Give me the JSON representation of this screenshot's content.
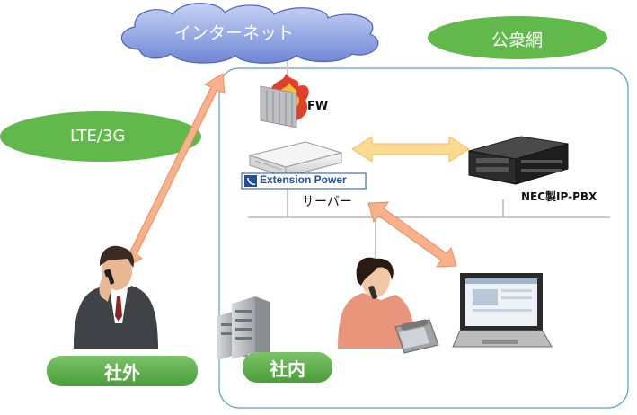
{
  "cloud": {
    "label": "インターネット"
  },
  "public_network": {
    "label": "公衆網"
  },
  "lte": {
    "label": "LTE/3G"
  },
  "firewall": {
    "label": "FW"
  },
  "server": {
    "logo_text": "Extension Power",
    "label": "サーバー"
  },
  "pbx": {
    "label": "NEC製IP-PBX"
  },
  "outside": {
    "label": "社外"
  },
  "inside": {
    "label": "社内"
  },
  "colors": {
    "green": "#5fb84a",
    "cloud": "#7f95de",
    "arrow_orange": "#f5a878",
    "arrow_yellow": "#f7d88a",
    "frame": "#5aa0c8"
  }
}
